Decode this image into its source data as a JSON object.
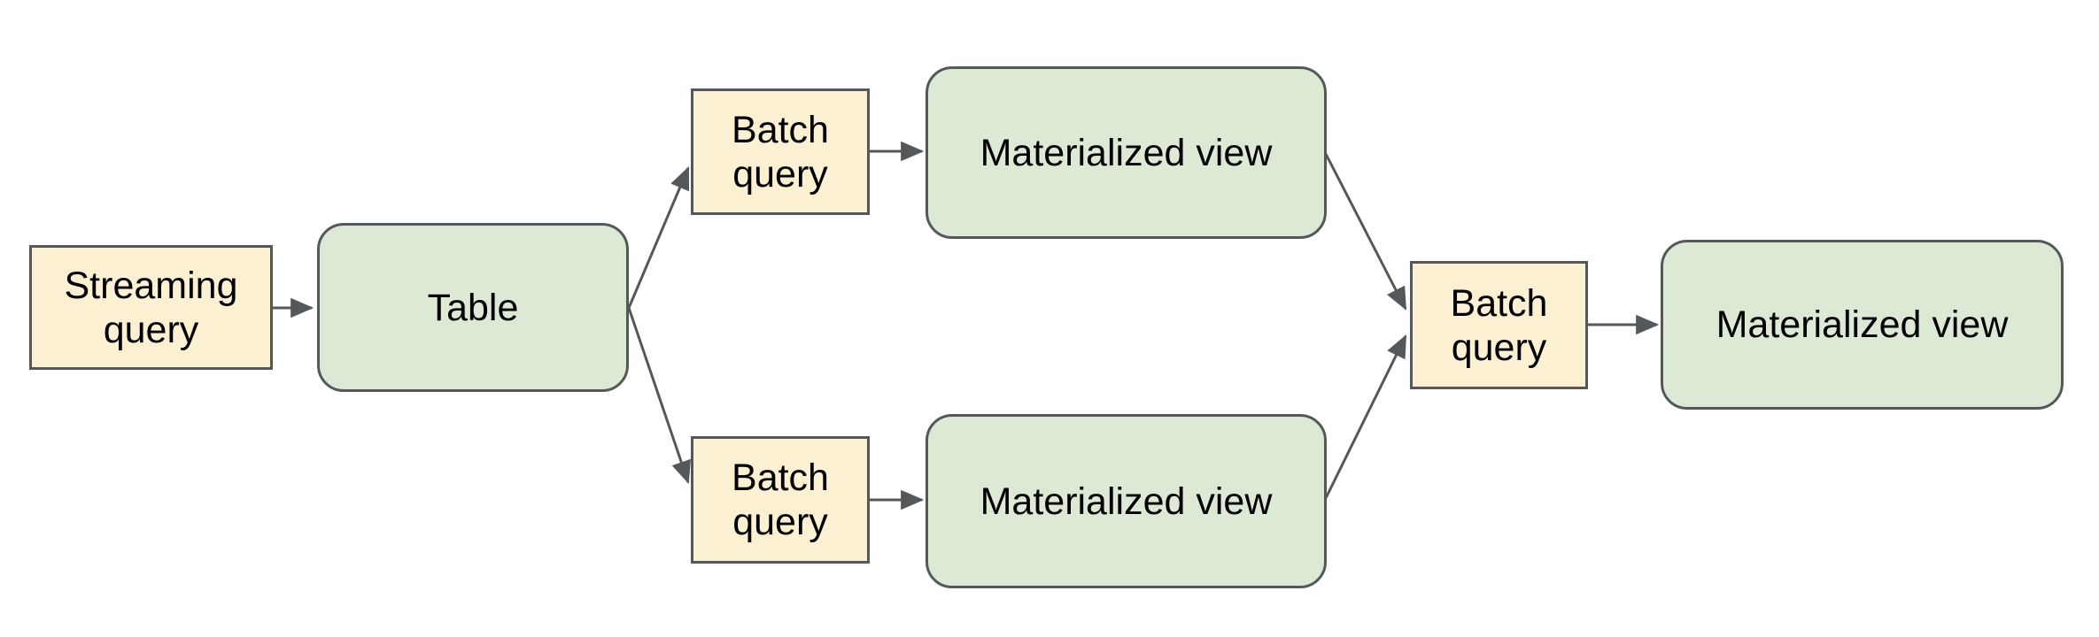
{
  "diagram": {
    "description": "Streaming and batch query pipeline producing materialized views",
    "nodes": [
      {
        "id": "streaming-query",
        "label": "Streaming\nquery",
        "kind": "query"
      },
      {
        "id": "table",
        "label": "Table",
        "kind": "view"
      },
      {
        "id": "batch-query-top",
        "label": "Batch\nquery",
        "kind": "query"
      },
      {
        "id": "materialized-view-top",
        "label": "Materialized view",
        "kind": "view"
      },
      {
        "id": "batch-query-bottom",
        "label": "Batch\nquery",
        "kind": "query"
      },
      {
        "id": "materialized-view-bottom",
        "label": "Materialized view",
        "kind": "view"
      },
      {
        "id": "batch-query-final",
        "label": "Batch\nquery",
        "kind": "query"
      },
      {
        "id": "materialized-view-final",
        "label": "Materialized view",
        "kind": "view"
      }
    ],
    "edges": [
      {
        "from": "streaming-query",
        "to": "table"
      },
      {
        "from": "table",
        "to": "batch-query-top"
      },
      {
        "from": "table",
        "to": "batch-query-bottom"
      },
      {
        "from": "batch-query-top",
        "to": "materialized-view-top"
      },
      {
        "from": "bat-query-bottom",
        "to": "materialized-view-bottom"
      },
      {
        "from": "materialized-view-top",
        "to": "batch-query-final"
      },
      {
        "from": "materialized-view-bottom",
        "to": "batch-query-final"
      },
      {
        "from": "batch-query-final",
        "to": "materialized-view-final"
      }
    ]
  },
  "colors": {
    "background": "#ffffff",
    "query-fill": "#fbf1d2",
    "query-border": "#55585a",
    "view-fill": "#dce9d5",
    "view-border": "#55585a",
    "arrow-color": "#55585a",
    "text": "#000000"
  }
}
